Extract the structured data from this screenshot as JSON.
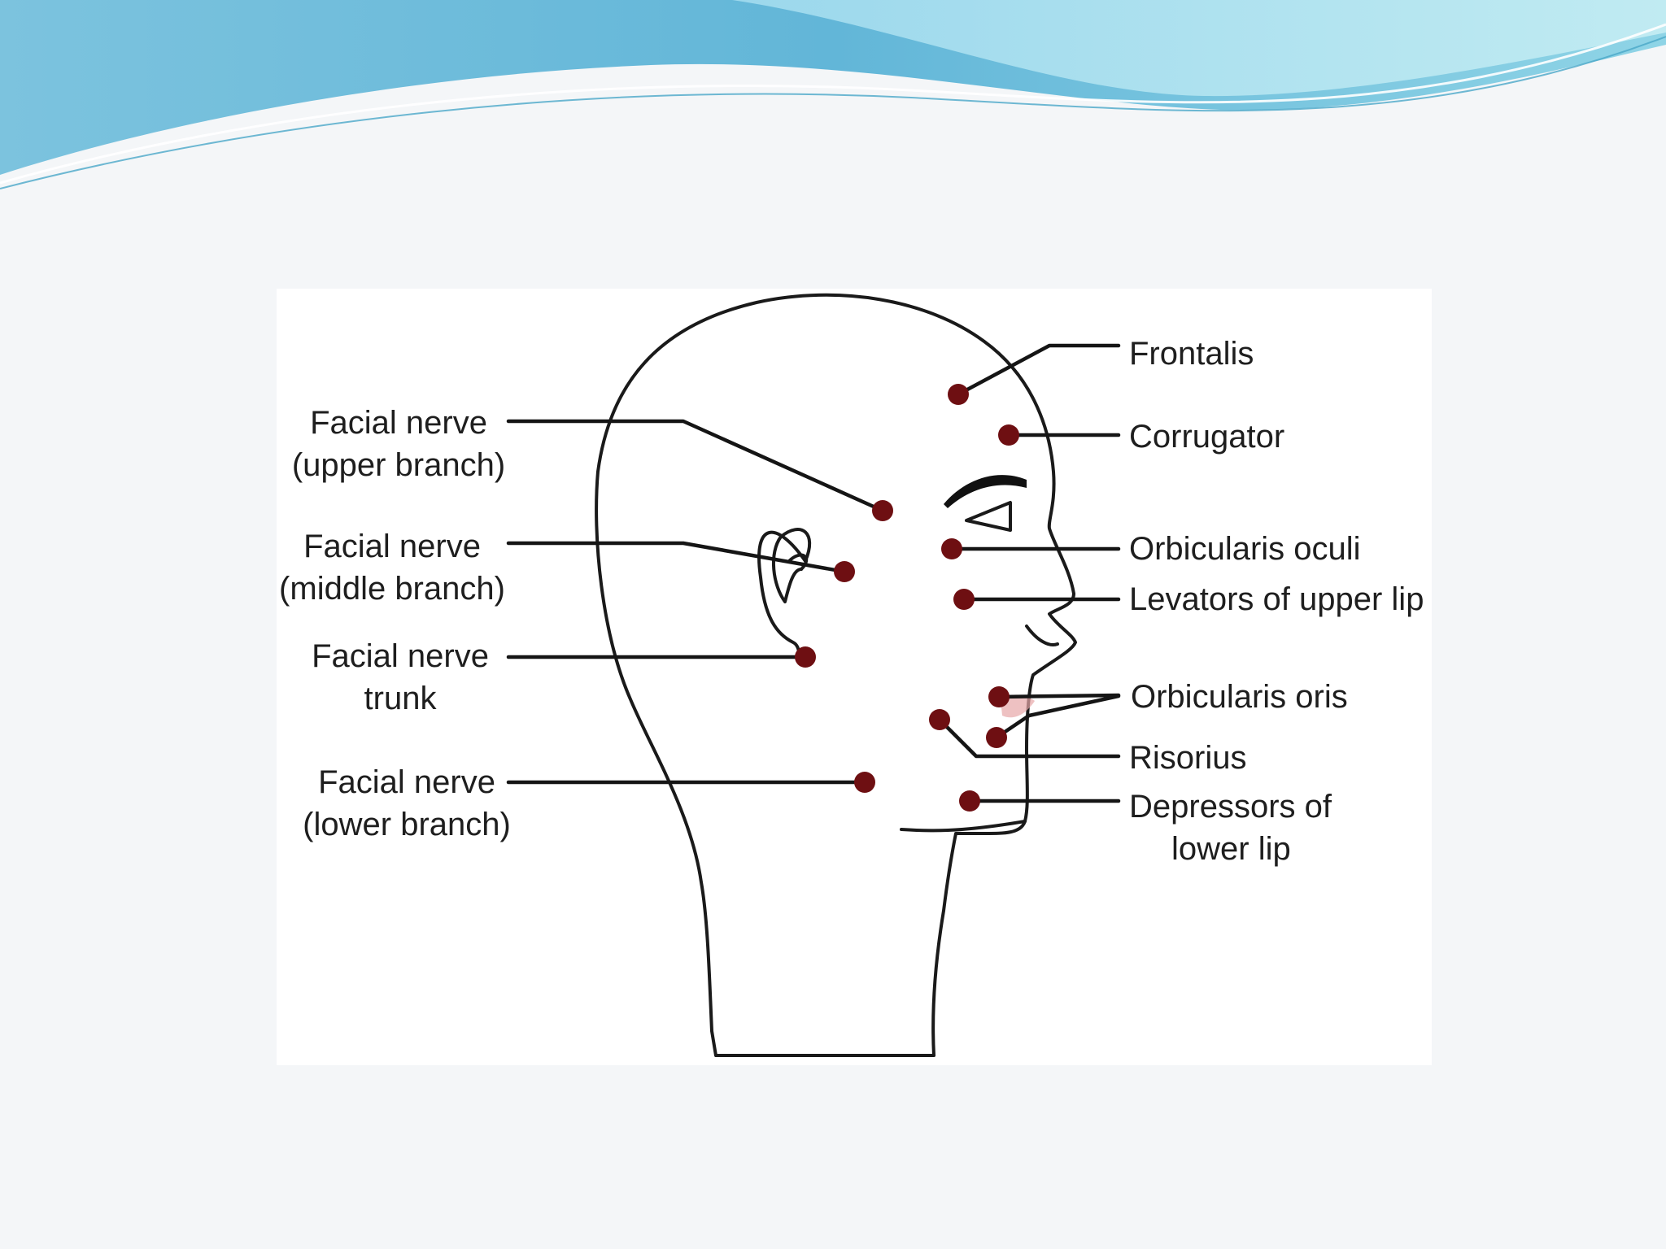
{
  "diagram": {
    "labels_left": {
      "upper_branch": [
        "Facial nerve",
        "(upper branch)"
      ],
      "middle_branch": [
        "Facial nerve",
        "(middle branch)"
      ],
      "trunk": [
        "Facial nerve",
        "trunk"
      ],
      "lower_branch": [
        "Facial nerve",
        "(lower branch)"
      ]
    },
    "labels_right": {
      "frontalis": "Frontalis",
      "corrugator": "Corrugator",
      "orbicularis_oculi": "Orbicularis oculi",
      "levators_upper_lip": "Levators of upper lip",
      "orbicularis_oris": "Orbicularis oris",
      "risorius": "Risorius",
      "depressors_lower_lip": [
        "Depressors of",
        "lower lip"
      ]
    }
  },
  "colors": {
    "marker": "#6e0f12",
    "skin_top": "#f6d9c8",
    "skin_bottom": "#fdf1ea",
    "banner_deep": "#5fb8d6",
    "banner_light": "#b7e7ef"
  }
}
